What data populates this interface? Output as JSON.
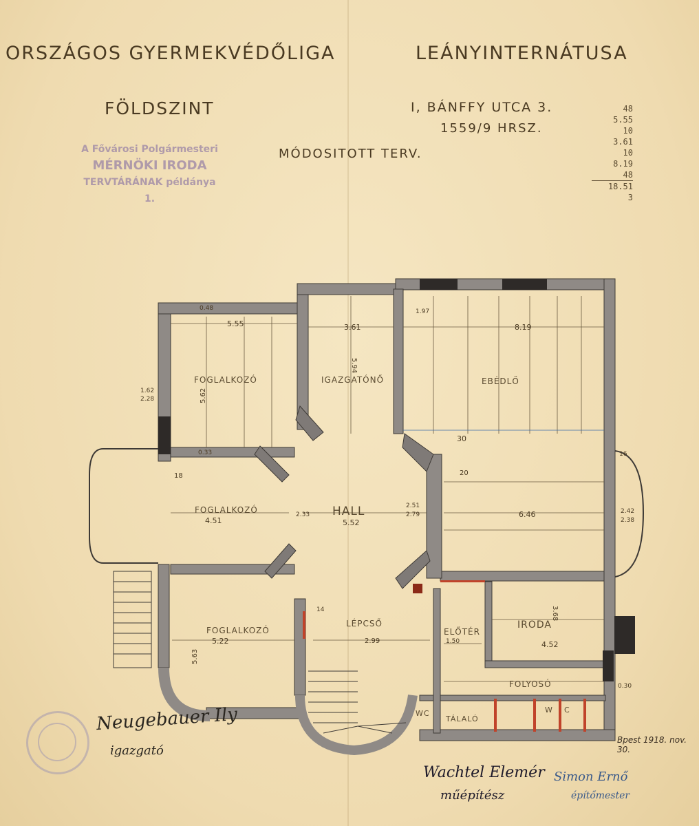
{
  "header": {
    "org": "ORSZÁGOS GYERMEKVÉDŐLIGA",
    "building": "LEÁNYINTERNÁTUSA",
    "floor": "FÖLDSZINT",
    "address": "I, BÁNFFY UTCA 3.",
    "lot": "1559/9 HRSZ.",
    "revision": "MÓDOSITOTT TERV."
  },
  "calculation": [
    "48",
    "5.55",
    "10",
    "3.61",
    "10",
    "8.19",
    "48",
    "18.51",
    "3"
  ],
  "stamp": {
    "line1": "A Fővárosi Polgármesteri",
    "line2": "MÉRNÖKI IRODA",
    "line3": "TERVTÁRÁNAK példánya",
    "line4": "1."
  },
  "rooms": {
    "foglalkozo_nw": "FOGLALKOZÓ",
    "igazgato": "IGAZGATÓNŐ",
    "ebedlo": "EBÉDLŐ",
    "foglalkozo_w": "FOGLALKOZÓ",
    "hall": "HALL",
    "foglalkozo_sw": "FOGLALKOZÓ",
    "lepcso": "LÉPCSŐ",
    "eloter": "ELŐTÉR",
    "iroda": "IRODA",
    "folyoso": "FOLYOSÓ",
    "talalo": "TÁLALÓ",
    "wc1": "WC",
    "wc2": "W",
    "wc3": "C"
  },
  "dimensions": {
    "d555": "5.55",
    "d361": "3.61",
    "d819": "8.19",
    "d562": "5.62",
    "d594": "5.94",
    "d451": "4.51",
    "d552": "5.52",
    "d646": "6.46",
    "d522": "5.22",
    "d563": "5.63",
    "d299": "2.99",
    "d150": "1.50",
    "d452": "4.52",
    "d368": "3.68",
    "d251": "2.51",
    "d279": "2.79",
    "d233": "2.33",
    "d242": "2.42",
    "d238": "2.38",
    "d030": "0.30",
    "d048": "0.48",
    "d033": "0.33",
    "d018": "18",
    "d020": "20",
    "d016": "16",
    "d030b": "30",
    "d014": "14",
    "d197": "1.97",
    "d162": "1.62",
    "d228": "2.28"
  },
  "signatures": {
    "left_name": "Neugebauer Ily",
    "left_title": "igazgató",
    "right_name": "Wachtel Elemér",
    "right_title": "műépítész",
    "third_name": "Simon Ernő",
    "third_title": "építőmester"
  },
  "date": "Bpest 1918. nov. 30."
}
